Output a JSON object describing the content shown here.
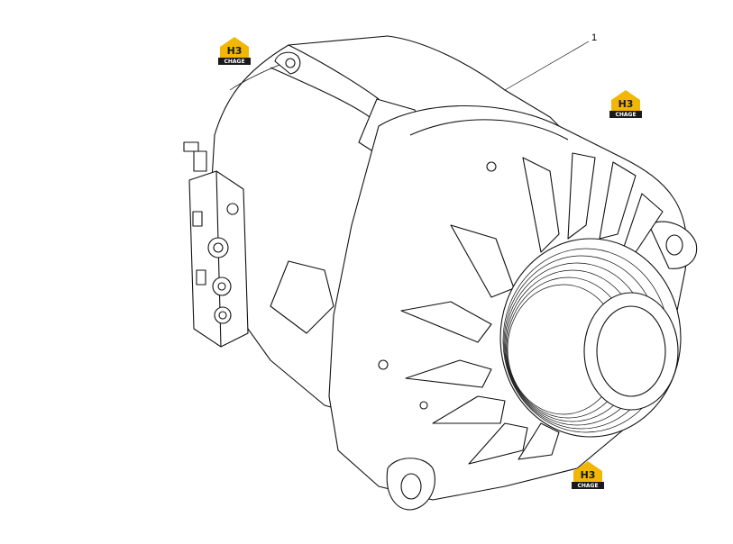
{
  "diagram": {
    "callouts": [
      {
        "id": "1",
        "label": "1"
      }
    ],
    "watermark": {
      "letters": "H3",
      "brand": "CHAGE",
      "accent_color": "#f2b705",
      "ink_color": "#1a1a1a",
      "count": 3
    }
  }
}
